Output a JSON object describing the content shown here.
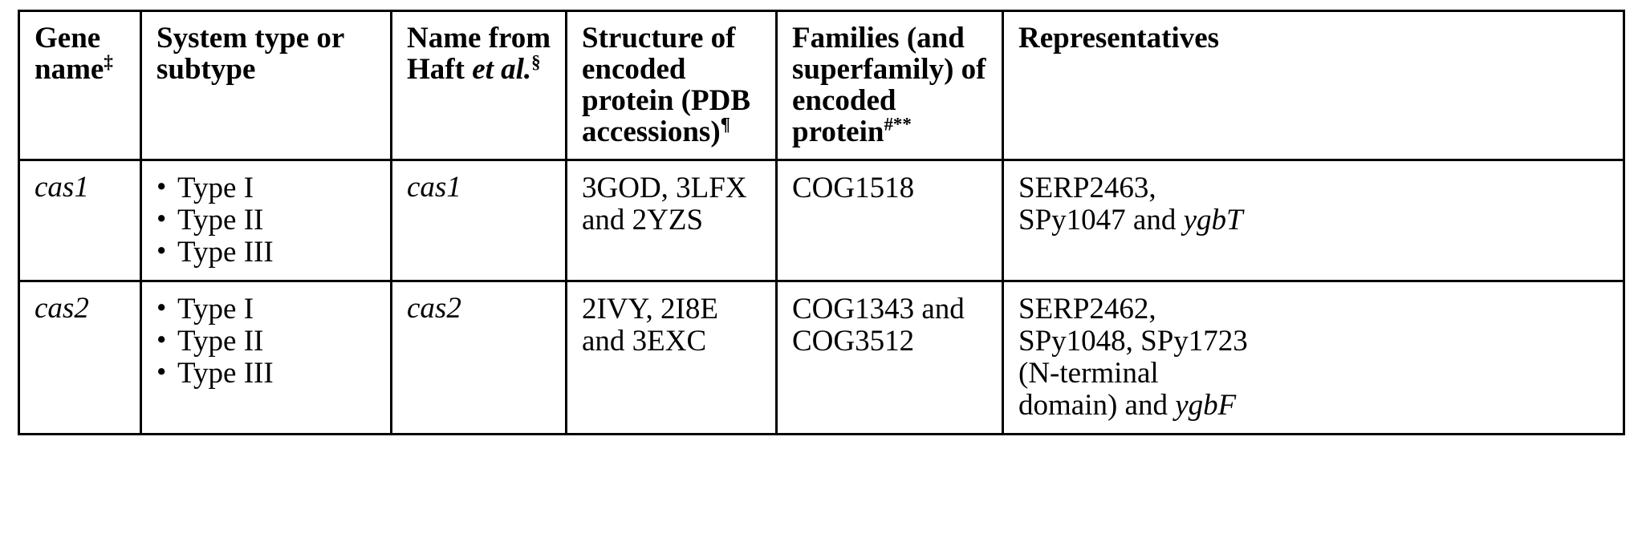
{
  "table": {
    "caption_present": false,
    "columns": [
      {
        "id": "gene-name",
        "label": "Gene name",
        "footnote": "‡"
      },
      {
        "id": "system-type",
        "label": "System type or subtype",
        "footnote": ""
      },
      {
        "id": "name-haft",
        "label": "Name from Haft et al.",
        "footnote": "§"
      },
      {
        "id": "structure",
        "label": "Structure of encoded protein (PDB accessions)",
        "footnote": "¶"
      },
      {
        "id": "families",
        "label": "Families (and superfamily) of encoded protein",
        "footnote": "#**"
      },
      {
        "id": "representatives",
        "label": "Representatives",
        "footnote": ""
      }
    ],
    "header_lines": {
      "gene-name": [
        "Gene",
        "name‡"
      ],
      "system-type": [
        "System type or",
        "subtype"
      ],
      "name-haft": [
        "Name from",
        "Haft et al.§"
      ],
      "structure": [
        "Structure of",
        "encoded",
        "protein (PDB",
        "accessions)¶"
      ],
      "families": [
        "Families (and",
        "superfamily) of",
        "encoded",
        "protein#**"
      ],
      "representatives": [
        "Representatives"
      ]
    },
    "header_text": {
      "gene_l1": "Gene",
      "gene_l2": "name",
      "gene_fn": "‡",
      "system_l1": "System type or",
      "system_l2": "subtype",
      "haft_l1": "Name from",
      "haft_l2_pre": "Haft ",
      "haft_l2_ital": "et al.",
      "haft_fn": "§",
      "struct_l1": "Structure of",
      "struct_l2": "encoded",
      "struct_l3": "protein (PDB",
      "struct_l4": "accessions)",
      "struct_fn": "¶",
      "fam_l1": "Families (and",
      "fam_l2": "superfamily) of",
      "fam_l3": "encoded",
      "fam_l4": "protein",
      "fam_fn": "#**",
      "rep_l1": "Representatives"
    },
    "rows": [
      {
        "gene_name": "cas1",
        "gene_name_italic": true,
        "system_types": [
          "Type I",
          "Type II",
          "Type III"
        ],
        "name_haft": "cas1",
        "name_haft_italic": true,
        "structure_lines": [
          "3GOD, 3LFX",
          "and 2YZS"
        ],
        "structure_accessions": [
          "3GOD",
          "3LFX",
          "2YZS"
        ],
        "families_lines": [
          "COG1518"
        ],
        "families": [
          "COG1518"
        ],
        "representatives_lines": [
          {
            "text": "SERP2463,",
            "italic_tail": ""
          },
          {
            "text": "SPy1047 and ",
            "italic_tail": "ygbT"
          }
        ],
        "representatives": [
          "SERP2463",
          "SPy1047",
          "ygbT"
        ]
      },
      {
        "gene_name": "cas2",
        "gene_name_italic": true,
        "system_types": [
          "Type I",
          "Type II",
          "Type III"
        ],
        "name_haft": "cas2",
        "name_haft_italic": true,
        "structure_lines": [
          "2IVY, 2I8E",
          "and 3EXC"
        ],
        "structure_accessions": [
          "2IVY",
          "2I8E",
          "3EXC"
        ],
        "families_lines": [
          "COG1343 and",
          "COG3512"
        ],
        "families": [
          "COG1343",
          "COG3512"
        ],
        "representatives_lines": [
          {
            "text": "SERP2462,",
            "italic_tail": ""
          },
          {
            "text": "SPy1048, SPy1723",
            "italic_tail": ""
          },
          {
            "text": "(N-terminal",
            "italic_tail": ""
          },
          {
            "text": "domain) and ",
            "italic_tail": "ygbF"
          }
        ],
        "representatives": [
          "SERP2462",
          "SPy1048",
          "SPy1723 (N-terminal domain)",
          "ygbF"
        ]
      }
    ]
  },
  "style": {
    "border_color": "#000000",
    "text_color": "#000000",
    "background": "#ffffff"
  }
}
